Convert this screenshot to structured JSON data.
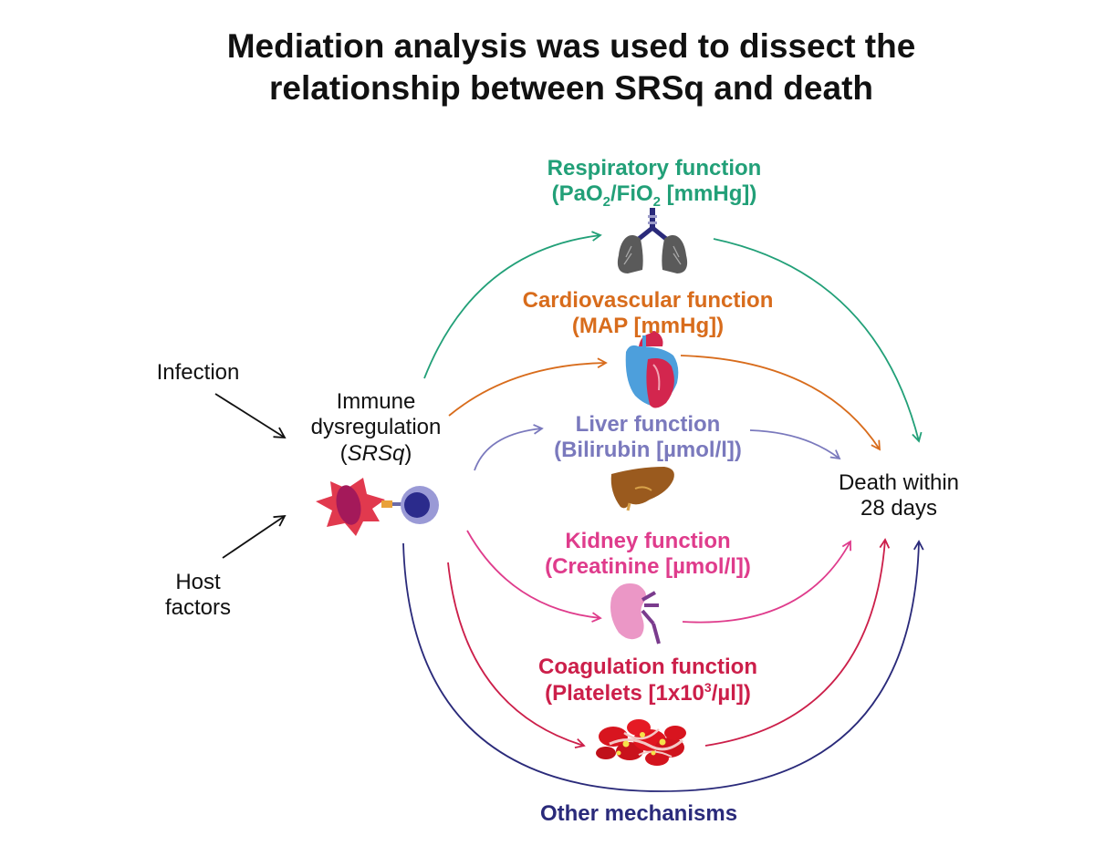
{
  "title": {
    "line1": "Mediation analysis was used to dissect the",
    "line2": "relationship between SRSq and death"
  },
  "inputs": {
    "infection": "Infection",
    "host_line1": "Host",
    "host_line2": "factors"
  },
  "exposure": {
    "line1": "Immune",
    "line2": "dysregulation",
    "paren_open": "(",
    "italic": "SRSq",
    "paren_close": ")"
  },
  "outcome": {
    "line1": "Death within",
    "line2": "28 days"
  },
  "mediators": {
    "respiratory": {
      "name": "Respiratory function",
      "measure_pre": "(PaO",
      "sub1": "2",
      "measure_mid": "/FiO",
      "sub2": "2",
      "measure_post": " [mmHg])",
      "color": "#22a078",
      "icon": "lungs-icon"
    },
    "cardiovascular": {
      "name": "Cardiovascular function",
      "measure": "(MAP [mmHg])",
      "color": "#d86c1c",
      "icon": "heart-icon"
    },
    "liver": {
      "name": "Liver function",
      "measure": "(Bilirubin [µmol/l])",
      "color": "#7a79bd",
      "icon": "liver-icon"
    },
    "kidney": {
      "name": "Kidney function",
      "measure": "(Creatinine [µmol/l])",
      "color": "#df3c8c",
      "icon": "kidney-icon"
    },
    "coagulation": {
      "name": "Coagulation function",
      "measure_pre": "(Platelets [1x10",
      "sup": "3",
      "measure_post": "/µl])",
      "color": "#cc1f4a",
      "icon": "blood-clot-icon"
    },
    "other": {
      "name": "Other mechanisms",
      "color": "#2a2a7a"
    }
  },
  "icons": {
    "immune_cell": "immune-cell-interaction-icon"
  }
}
